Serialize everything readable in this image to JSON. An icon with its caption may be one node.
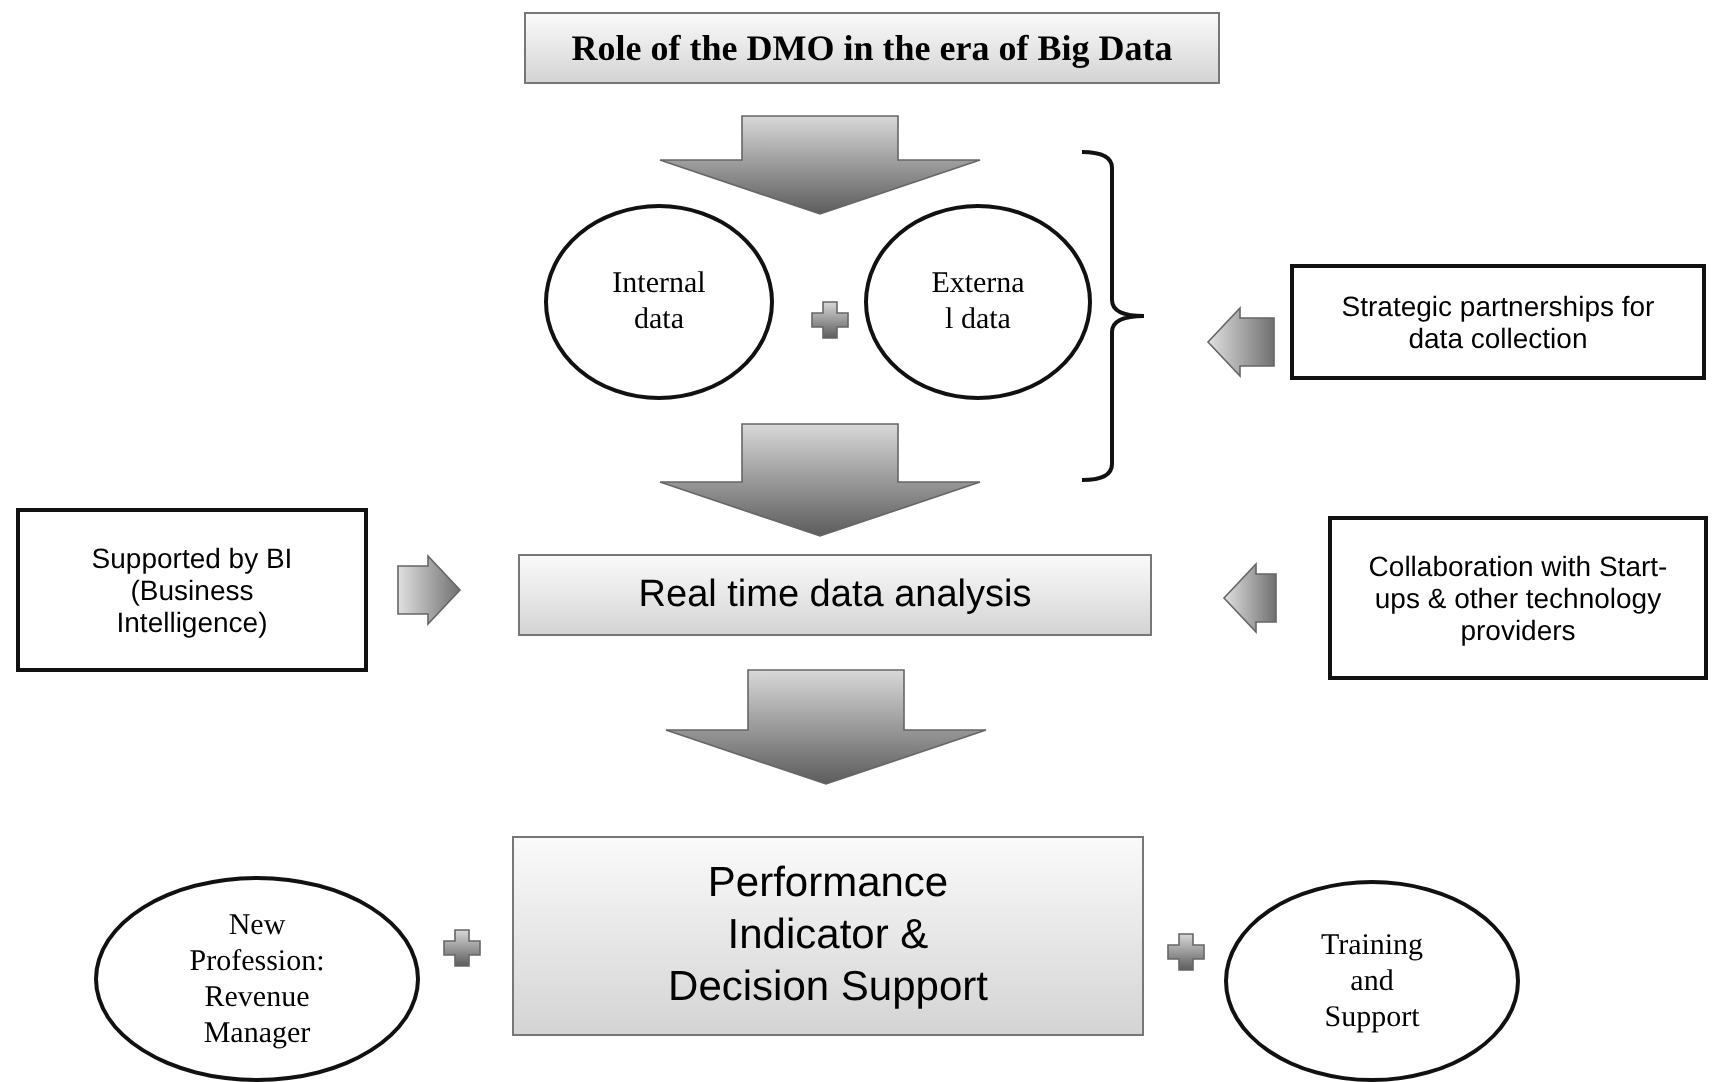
{
  "diagram": {
    "nodes": [
      {
        "text": [
          "Role of the DMO in the era of Big Data"
        ]
      },
      {
        "text": [
          "Internal data"
        ]
      },
      {
        "text": [
          "Externa l data"
        ]
      },
      {
        "text": [
          "Strategic partnerships for data collection"
        ]
      },
      {
        "text": [
          "Supported by BI (Business Intelligence)"
        ]
      },
      {
        "text": [
          "Real time data analysis"
        ]
      },
      {
        "text": [
          "Collaboration with Start-ups & other technology providers"
        ]
      },
      {
        "text": [
          "Performance Indicator & Decision Support"
        ]
      },
      {
        "text": [
          "New Profession: Revenue Manager"
        ]
      },
      {
        "text": [
          "Training and Support"
        ]
      }
    ],
    "edges": [
      {
        "from": 0,
        "to": 1,
        "arrow": "to"
      },
      {
        "from": 0,
        "to": 2,
        "arrow": "to"
      },
      {
        "from": 1,
        "to": 5,
        "arrow": "to"
      },
      {
        "from": 2,
        "to": 5,
        "arrow": "to"
      },
      {
        "from": 5,
        "to": 7,
        "arrow": "to"
      },
      {
        "from": 3,
        "to": null,
        "arrow": "to"
      },
      {
        "from": 4,
        "to": 5,
        "arrow": "to"
      },
      {
        "from": 6,
        "to": 5,
        "arrow": "to"
      }
    ]
  }
}
